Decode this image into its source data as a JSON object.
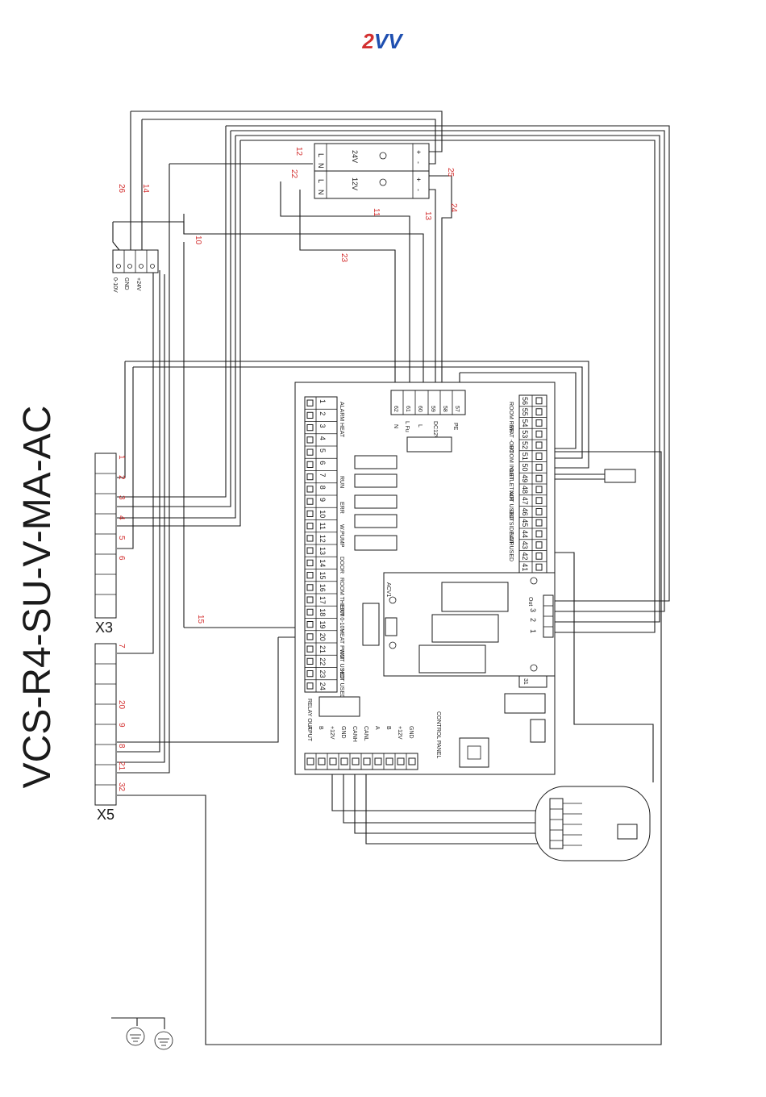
{
  "logo": {
    "text": "2VV",
    "color_left": "#d32f2f",
    "color_right": "#1e4fb0"
  },
  "title": "VCS-R4-SU-V-MA-AC",
  "connectors": {
    "x3": "X3",
    "x5": "X5"
  },
  "x3_pins": [
    "1",
    "2",
    "3",
    "4",
    "5",
    "6"
  ],
  "x5_pins": [
    "7",
    "20",
    "9",
    "8",
    "21",
    "32"
  ],
  "wire_numbers": [
    "26",
    "14",
    "10",
    "12",
    "22",
    "25",
    "24",
    "11",
    "13",
    "23",
    "15"
  ],
  "psu": {
    "top": {
      "voltage": "24V",
      "pins": [
        "L",
        "N"
      ],
      "out": [
        "+",
        "-"
      ]
    },
    "bottom": {
      "voltage": "12V",
      "pins": [
        "L",
        "N"
      ],
      "out": [
        "+",
        "-"
      ]
    }
  },
  "signal_terminal_labels": [
    "0-10V",
    "GND",
    "+24V"
  ],
  "board": {
    "power_terminals": [
      "62",
      "61",
      "60",
      "59",
      "58",
      "57"
    ],
    "power_labels": [
      "N",
      "L Fu",
      "L",
      "DC12V",
      "PE"
    ],
    "left_terminals": [
      "1",
      "2",
      "3",
      "4",
      "5",
      "6",
      "7",
      "8",
      "9",
      "10",
      "11",
      "12",
      "13",
      "14",
      "15",
      "16",
      "17",
      "18",
      "19",
      "20",
      "21",
      "22",
      "23",
      "24"
    ],
    "left_labels": [
      "ALARM HEAT",
      "RUN",
      "ERR",
      "W.PUMP",
      "DOOR",
      "ROOM THERM",
      "EXT 0-10V",
      "HEAT PWM",
      "NOT USED",
      "NOT USED"
    ],
    "right_terminals": [
      "56",
      "55",
      "54",
      "53",
      "52",
      "51",
      "50",
      "49",
      "48",
      "47",
      "46",
      "45",
      "44",
      "43",
      "42",
      "41"
    ],
    "right_labels": [
      "ROOM REF.",
      "WAT -OUT",
      "ROOM INLET",
      "OUTLET AIR",
      "NOT USED",
      "OUTSIDE AIR",
      "NOT USED"
    ],
    "module_label": "ACV1",
    "module_terminals": [
      "1",
      "2",
      "3",
      "Out"
    ],
    "terminal_31": "31",
    "relay_output_label": "RELAY OUTPUT",
    "control_panel_label": "CONTROL PANEL",
    "bus_labels": [
      "A",
      "B",
      "+12V",
      "GND",
      "CANH",
      "CANL",
      "A",
      "B",
      "+12V",
      "GND"
    ]
  }
}
